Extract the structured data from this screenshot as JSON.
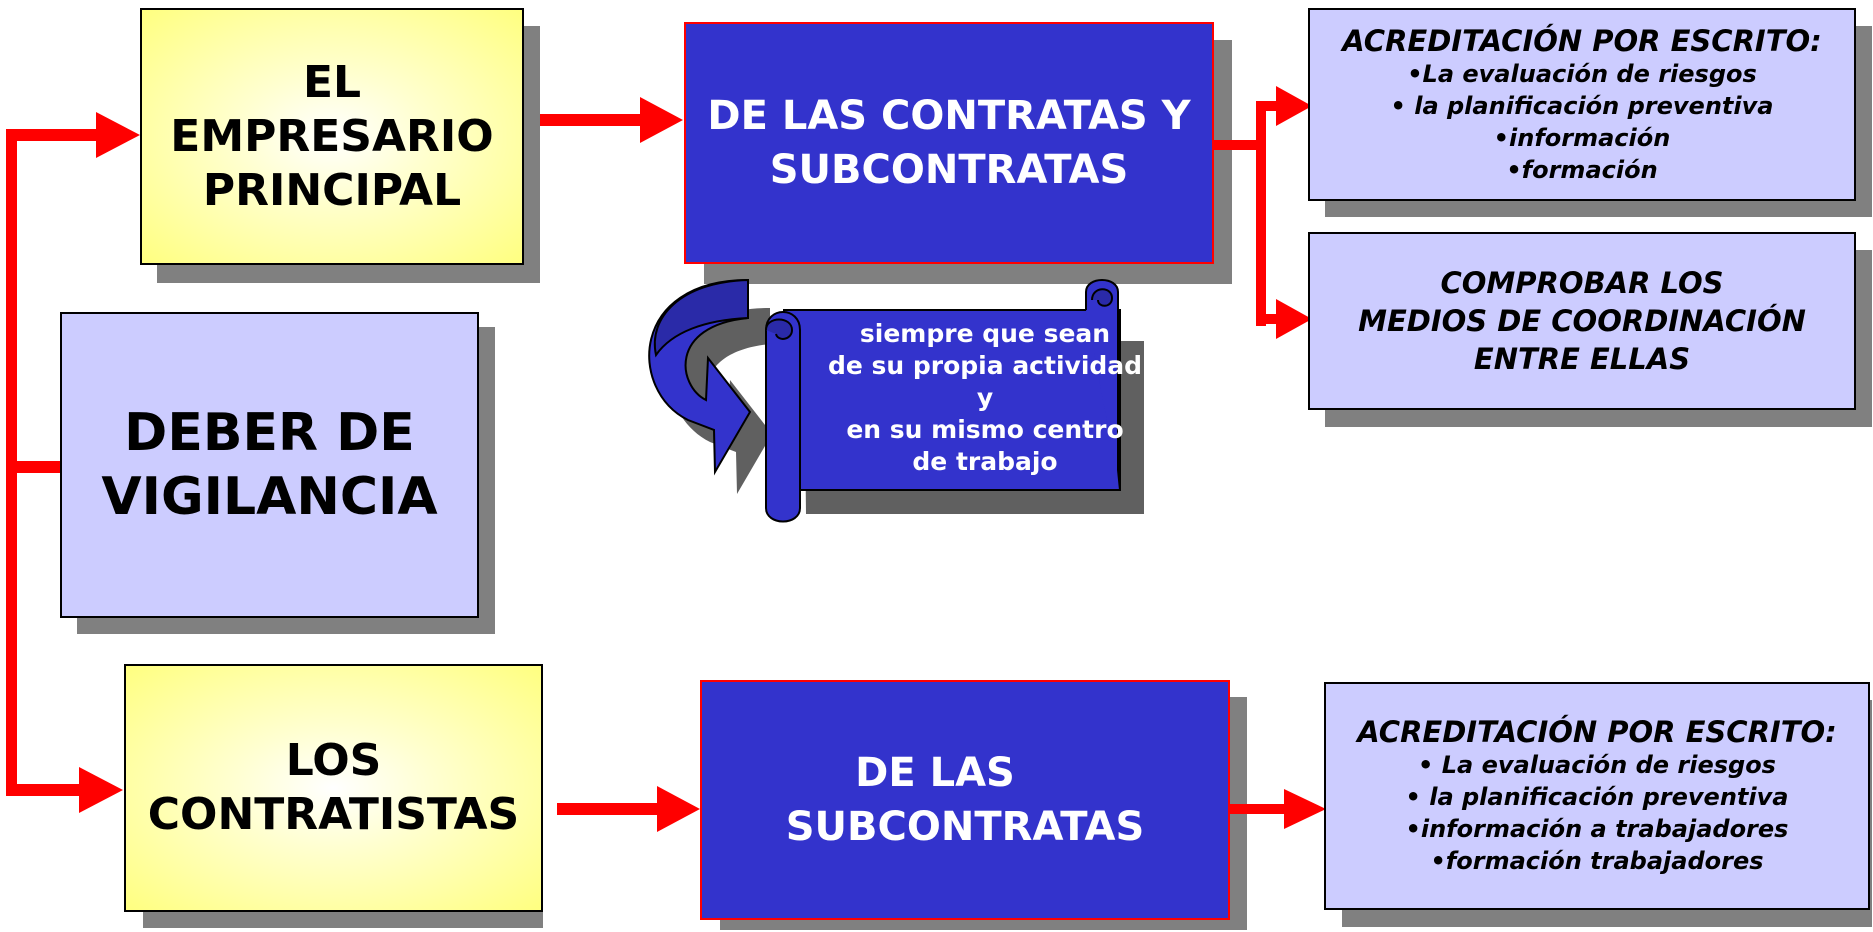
{
  "empresario": {
    "lines": [
      "EL",
      "EMPRESARIO",
      "PRINCIPAL"
    ]
  },
  "contratistas": {
    "lines": [
      "LOS",
      "CONTRATISTAS"
    ]
  },
  "deber": {
    "lines": [
      "DEBER DE",
      "VIGILANCIA"
    ]
  },
  "contratas": {
    "lines": [
      "DE LAS CONTRATAS Y",
      "SUBCONTRATAS"
    ]
  },
  "subcontratas": {
    "lines": [
      "DE LAS",
      "SUBCONTRATAS"
    ]
  },
  "scroll": {
    "lines": [
      "siempre que sean",
      "de su propia actividad",
      "y",
      "en su mismo centro",
      "de trabajo"
    ]
  },
  "acreditacion_1": {
    "heading": "ACREDITACIÓN POR ESCRITO:",
    "items": [
      "•La evaluación de riesgos",
      "• la planificación preventiva",
      "•información",
      "•formación"
    ]
  },
  "comprobar": {
    "lines": [
      "COMPROBAR LOS",
      "MEDIOS DE COORDINACIÓN",
      "ENTRE ELLAS"
    ]
  },
  "acreditacion_2": {
    "heading": "ACREDITACIÓN POR ESCRITO:",
    "items": [
      "• La  evaluación de riesgos",
      "• la  planificación preventiva",
      "•información a trabajadores",
      "•formación trabajadores"
    ]
  },
  "colors": {
    "arrow": "#ff0000",
    "blue_box": "#3333cc",
    "lavender": "#ccccff",
    "yellow": "#ffff80",
    "shadow": "#808080"
  }
}
